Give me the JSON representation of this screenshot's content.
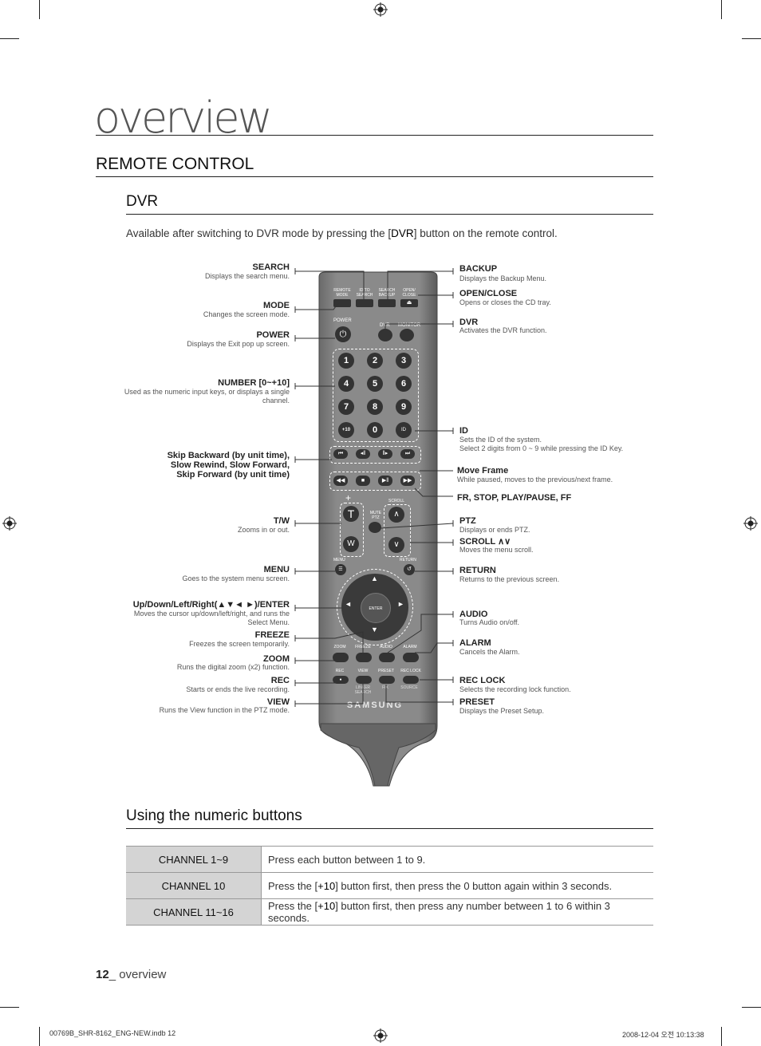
{
  "chapter_title": "overview",
  "section_title": "REMOTE CONTROL",
  "subsection_title": "DVR",
  "intro": {
    "before": "Available after switching to DVR mode by pressing the [",
    "key": "DVR",
    "after": "] button on the remote control."
  },
  "left_callouts": [
    {
      "label": "SEARCH",
      "desc": "Displays the search menu."
    },
    {
      "label": "MODE",
      "desc": "Changes the screen mode."
    },
    {
      "label": "POWER",
      "desc": "Displays the Exit pop up screen."
    },
    {
      "label": "NUMBER [0~+10]",
      "desc": "Used as the numeric input keys, or displays a single",
      "desc2": "channel."
    },
    {
      "label": "Skip Backward (by unit time),",
      "label2": "Slow Rewind, Slow Forward,",
      "label3": "Skip Forward (by unit time)"
    },
    {
      "label": "T/W",
      "desc": "Zooms in or out."
    },
    {
      "label": "MENU",
      "desc": "Goes to the system menu screen."
    },
    {
      "label": "Up/Down/Left/Right(▲▼◄ ►)/ENTER",
      "desc": "Moves the cursor up/down/left/right, and runs the",
      "desc2": "Select Menu."
    },
    {
      "label": "FREEZE",
      "desc": "Freezes the screen temporarily."
    },
    {
      "label": "ZOOM",
      "desc": "Runs the digital zoom (x2) function."
    },
    {
      "label": "REC",
      "desc": "Starts or ends the live recording."
    },
    {
      "label": "VIEW",
      "desc": "Runs the View function in the PTZ mode."
    }
  ],
  "right_callouts": [
    {
      "label": "BACKUP",
      "desc": "Displays the Backup Menu."
    },
    {
      "label": "OPEN/CLOSE",
      "desc": "Opens or closes the CD tray."
    },
    {
      "label": "DVR",
      "desc": "Activates the DVR function."
    },
    {
      "label": "ID",
      "desc": "Sets the ID of the system.",
      "desc2": "Select 2 digits from 0 ~ 9 while pressing the ID Key."
    },
    {
      "label": "Move Frame",
      "desc": "While paused, moves to the previous/next frame."
    },
    {
      "label": "FR, STOP, PLAY/PAUSE, FF"
    },
    {
      "label": "PTZ",
      "desc": "Displays or ends PTZ."
    },
    {
      "label": "SCROLL ∧∨",
      "desc": "Moves the menu scroll."
    },
    {
      "label": "RETURN",
      "desc": "Returns to the previous screen."
    },
    {
      "label": "AUDIO",
      "desc": "Turns Audio on/off."
    },
    {
      "label": "ALARM",
      "desc": "Cancels the Alarm."
    },
    {
      "label": "REC LOCK",
      "desc": "Selects the recording lock function."
    },
    {
      "label": "PRESET",
      "desc": "Displays the Preset Setup."
    }
  ],
  "remote": {
    "top_buttons": [
      "REMOTE MODE",
      "ID/TO SEARCH",
      "SEARCH BACKUP",
      "OPEN/ CLOSE"
    ],
    "power_label": "POWER",
    "dvr_label": "DVR",
    "monitor_label": "MONITOR",
    "digits": [
      "1",
      "2",
      "3",
      "4",
      "5",
      "6",
      "7",
      "8",
      "9",
      "+10",
      "0",
      "ID"
    ],
    "scroll_label": "SCROLL",
    "mute_label": "MUTE PTZ",
    "t_label": "T",
    "w_label": "W",
    "menu_label": "MENU",
    "return_label": "RETURN",
    "enter_label": "ENTER",
    "row1": [
      "ZOOM",
      "FREEZE",
      "AUDIO",
      "ALARM"
    ],
    "row2": [
      "REC",
      "VIEW",
      "PRESET",
      "REC LOCK"
    ],
    "row3": [
      "LINKER SEARCH",
      "FIX",
      "SOURCE"
    ],
    "brand": "SAMSUNG"
  },
  "numeric_section_title": "Using the numeric buttons",
  "numeric_table": [
    {
      "channel": "CHANNEL 1~9",
      "text": "Press each button between 1 to 9."
    },
    {
      "channel": "CHANNEL 10",
      "before": "Press the [",
      "key": "+10",
      "after": "] button first, then press the 0 button again within 3 seconds."
    },
    {
      "channel": "CHANNEL 11~16",
      "before": "Press the [",
      "key": "+10",
      "after": "] button first, then press any number between 1 to 6 within 3 seconds."
    }
  ],
  "footer": {
    "page": "12",
    "sep": "_ ",
    "chapter": "overview"
  },
  "slug": {
    "file": "00769B_SHR-8162_ENG-NEW.indb   12",
    "date": "2008-12-04   오전 10:13:38"
  }
}
